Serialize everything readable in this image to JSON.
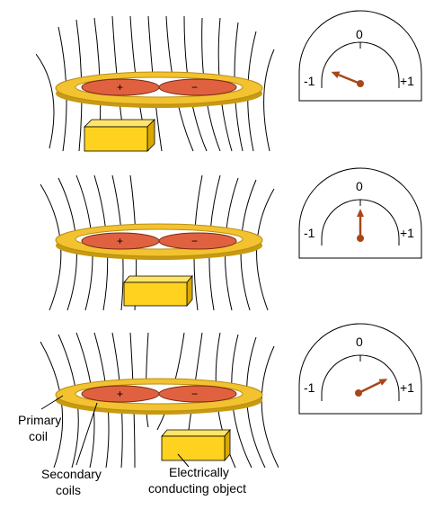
{
  "panels": [
    {
      "id": "top",
      "coil_signs": [
        "+",
        "−"
      ],
      "meter": {
        "ticks": [
          "-1",
          "0",
          "+1"
        ],
        "reading": -0.85
      }
    },
    {
      "id": "middle",
      "coil_signs": [
        "+",
        "−"
      ],
      "meter": {
        "ticks": [
          "-1",
          "0",
          "+1"
        ],
        "reading": 0
      }
    },
    {
      "id": "bottom",
      "coil_signs": [
        "+",
        "−"
      ],
      "meter": {
        "ticks": [
          "-1",
          "0",
          "+1"
        ],
        "reading": 0.8
      }
    }
  ],
  "labels": {
    "primary_coil": [
      "Primary",
      "coil"
    ],
    "secondary_coils": [
      "Secondary",
      "coils"
    ],
    "conducting_object": [
      "Electrically",
      "conducting object"
    ]
  },
  "colors": {
    "ring_gold": "#f2c230",
    "ring_dark": "#c79a12",
    "coil_red": "#e0613f",
    "object_yellow": "#ffd21f",
    "needle": "#a8461a"
  }
}
